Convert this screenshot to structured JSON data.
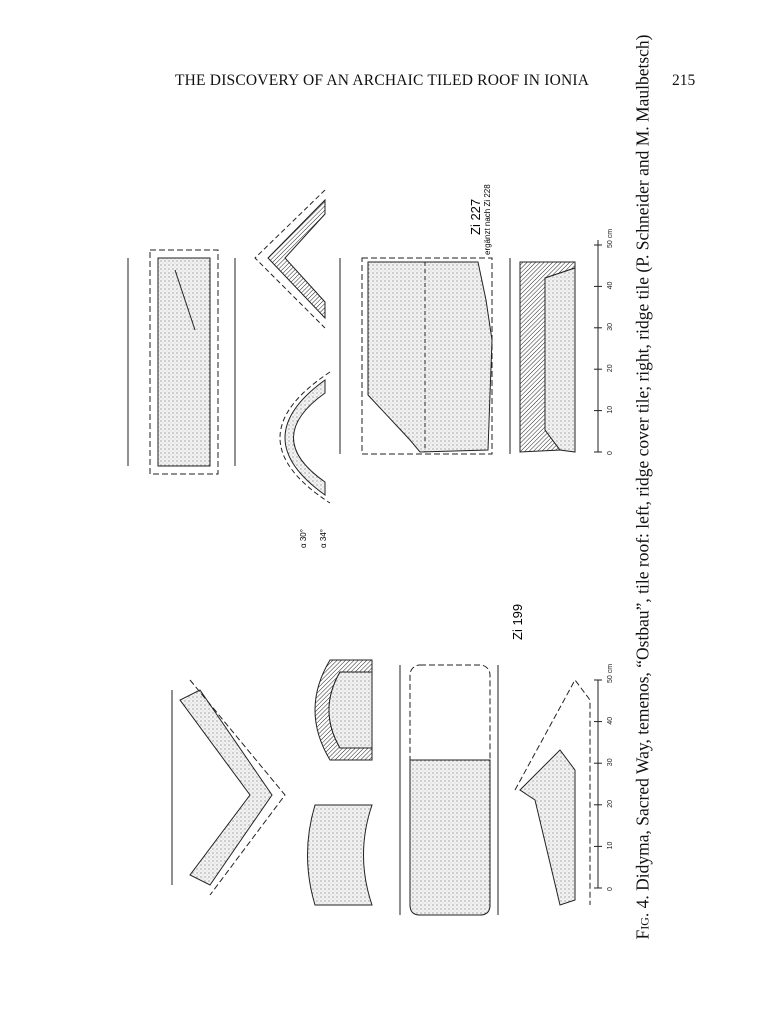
{
  "header": {
    "running_title": "THE DISCOVERY OF AN ARCHAIC TILED ROOF IN IONIA",
    "page_number": "215"
  },
  "figure": {
    "upper_label": "Zi 227",
    "upper_note": "ergänzt nach Zi 228",
    "lower_label": "Zi 199",
    "angle_labels": [
      "α 30°",
      "α 34°"
    ],
    "scale_labels": [
      "0",
      "10",
      "20",
      "30",
      "40",
      "50 cm"
    ]
  },
  "caption": {
    "fig_label": "Fig. 4.",
    "text": " Didyma, Sacred Way, temenos, “Ostbau”, tile roof: left, ridge cover tile; right, ridge tile (P. Schneider and M. Maulbetsch)"
  }
}
